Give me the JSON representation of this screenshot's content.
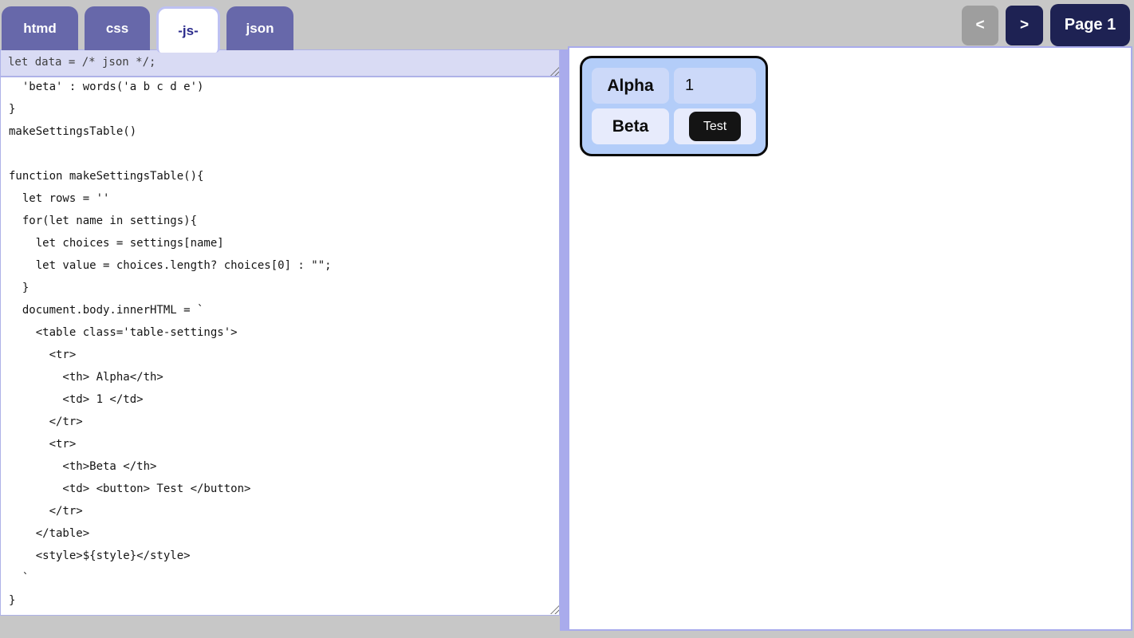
{
  "tabs": [
    {
      "label": "htmd",
      "active": false
    },
    {
      "label": "css",
      "active": false
    },
    {
      "label": "-js-",
      "active": true
    },
    {
      "label": "json",
      "active": false
    }
  ],
  "pager": {
    "prev": "<",
    "next": ">",
    "page": "Page 1"
  },
  "editors": {
    "data_line": "let data = /* json */;",
    "js_code": "\n  'beta' : words('a b c d e')\n}\nmakeSettingsTable()\n\nfunction makeSettingsTable(){\n  let rows = ''\n  for(let name in settings){\n    let choices = settings[name]\n    let value = choices.length? choices[0] : \"\";\n  }\n  document.body.innerHTML = `\n    <table class='table-settings'>\n      <tr>\n        <th> Alpha</th>\n        <td> 1 </td>\n      </tr>\n      <tr>\n        <th>Beta </th>\n        <td> <button> Test </button>\n      </tr>\n    </table>\n    <style>${style}</style>\n  `\n}"
  },
  "preview": {
    "table": {
      "rows": [
        {
          "header": "Alpha",
          "value": "1",
          "kind": "text"
        },
        {
          "header": "Beta",
          "value": "Test",
          "kind": "button"
        }
      ]
    }
  },
  "colors": {
    "tab_inactive": "#6768aa",
    "tab_active_text": "#2b2b8c",
    "navy_button": "#1e2253",
    "disabled_button": "#9e9e9e",
    "data_area_bg": "#d9dbf4",
    "divider": "#a9abec",
    "table_bg": "#b3cdf9",
    "row1_cell": "#ccd9f9",
    "row2_cell": "#e7ebfc",
    "test_button_bg": "#141414"
  }
}
